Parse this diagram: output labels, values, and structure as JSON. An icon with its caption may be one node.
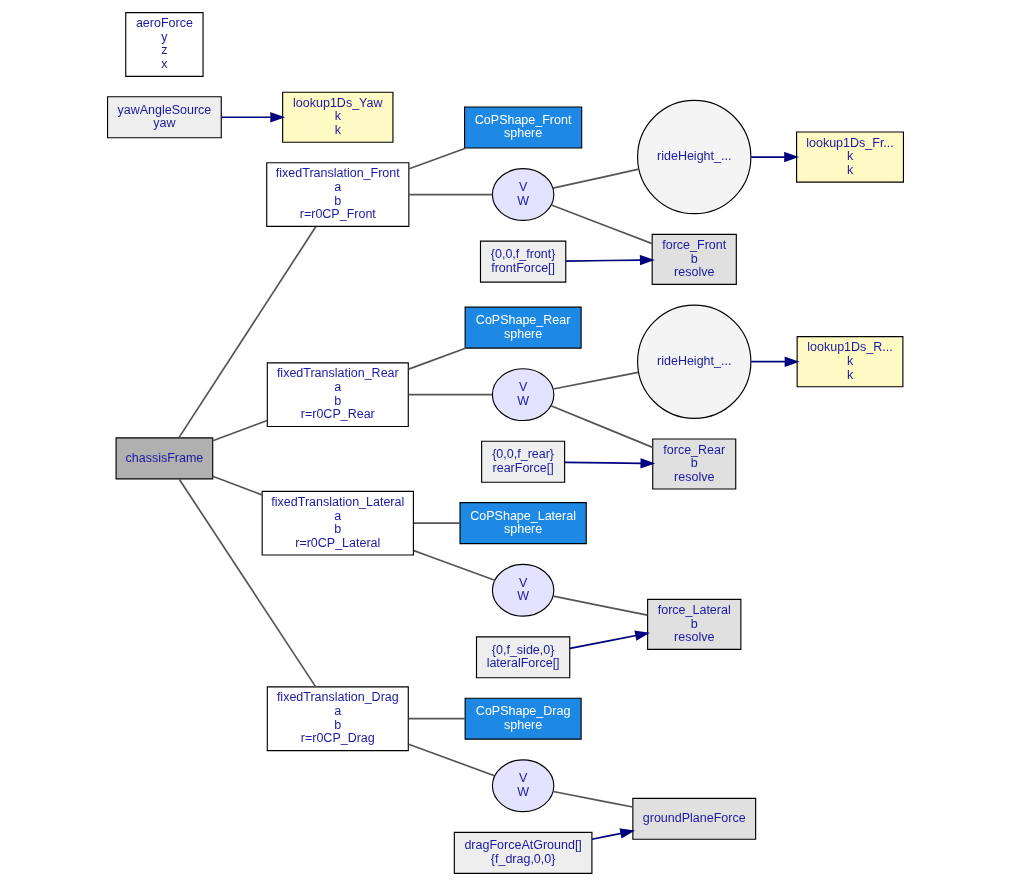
{
  "diagram": {
    "nodes": [
      {
        "text": [
          "chassisFrame"
        ]
      },
      {
        "text": [
          "fixedTranslation_Front",
          "a",
          "b",
          "r=r0CP_Front"
        ]
      },
      {
        "text": [
          "CoPShape_Front",
          "sphere"
        ]
      },
      {
        "text": [
          "V",
          "W"
        ]
      },
      {
        "text": [
          "rideHeight_..."
        ]
      },
      {
        "text": [
          "lookup1Ds_Fr...",
          "k",
          "k"
        ]
      },
      {
        "text": [
          "force_Front",
          "b",
          "resolve"
        ]
      },
      {
        "text": [
          "{0,0,f_front}",
          "frontForce[]"
        ]
      },
      {
        "text": [
          "fixedTranslation_Rear",
          "a",
          "b",
          "r=r0CP_Rear"
        ]
      },
      {
        "text": [
          "CoPShape_Rear",
          "sphere"
        ]
      },
      {
        "text": [
          "V",
          "W"
        ]
      },
      {
        "text": [
          "rideHeight_..."
        ]
      },
      {
        "text": [
          "lookup1Ds_R...",
          "k",
          "k"
        ]
      },
      {
        "text": [
          "force_Rear",
          "b",
          "resolve"
        ]
      },
      {
        "text": [
          "{0,0,f_rear}",
          "rearForce[]"
        ]
      },
      {
        "text": [
          "fixedTranslation_Lateral",
          "a",
          "b",
          "r=r0CP_Lateral"
        ]
      },
      {
        "text": [
          "CoPShape_Lateral",
          "sphere"
        ]
      },
      {
        "text": [
          "V",
          "W"
        ]
      },
      {
        "text": [
          "force_Lateral",
          "b",
          "resolve"
        ]
      },
      {
        "text": [
          "{0,f_side,0}",
          "lateralForce[]"
        ]
      },
      {
        "text": [
          "fixedTranslation_Drag",
          "a",
          "b",
          "r=r0CP_Drag"
        ]
      },
      {
        "text": [
          "CoPShape_Drag",
          "sphere"
        ]
      },
      {
        "text": [
          "V",
          "W"
        ]
      },
      {
        "text": [
          "groundPlaneForce"
        ]
      },
      {
        "text": [
          "dragForceAtGround[]",
          "{f_drag,0,0}"
        ]
      },
      {
        "text": [
          "yawAngleSource",
          "yaw"
        ]
      },
      {
        "text": [
          "lookup1Ds_Yaw",
          "k",
          "k"
        ]
      },
      {
        "text": [
          "aeroForce",
          "y",
          "z",
          "x"
        ]
      }
    ],
    "edges": [
      {
        "from": 0,
        "to": 1,
        "arrow": "none"
      },
      {
        "from": 1,
        "to": 2,
        "arrow": "none"
      },
      {
        "from": 1,
        "to": 3,
        "arrow": "none"
      },
      {
        "from": 3,
        "to": 4,
        "arrow": "none"
      },
      {
        "from": 3,
        "to": 6,
        "arrow": "none"
      },
      {
        "from": 4,
        "to": 5,
        "arrow": "to",
        "color": "#00007f"
      },
      {
        "from": 7,
        "to": 6,
        "arrow": "to",
        "color": "#00007f"
      },
      {
        "from": 0,
        "to": 8,
        "arrow": "none"
      },
      {
        "from": 8,
        "to": 9,
        "arrow": "none"
      },
      {
        "from": 8,
        "to": 10,
        "arrow": "none"
      },
      {
        "from": 10,
        "to": 11,
        "arrow": "none"
      },
      {
        "from": 10,
        "to": 13,
        "arrow": "none"
      },
      {
        "from": 11,
        "to": 12,
        "arrow": "to",
        "color": "#00007f"
      },
      {
        "from": 14,
        "to": 13,
        "arrow": "to",
        "color": "#00007f"
      },
      {
        "from": 0,
        "to": 15,
        "arrow": "none"
      },
      {
        "from": 15,
        "to": 16,
        "arrow": "none"
      },
      {
        "from": 15,
        "to": 17,
        "arrow": "none"
      },
      {
        "from": 17,
        "to": 18,
        "arrow": "none"
      },
      {
        "from": 19,
        "to": 18,
        "arrow": "to",
        "color": "#00007f"
      },
      {
        "from": 0,
        "to": 20,
        "arrow": "none"
      },
      {
        "from": 20,
        "to": 21,
        "arrow": "none"
      },
      {
        "from": 20,
        "to": 22,
        "arrow": "none"
      },
      {
        "from": 22,
        "to": 23,
        "arrow": "none"
      },
      {
        "from": 24,
        "to": 23,
        "arrow": "to",
        "color": "#00007f"
      },
      {
        "from": 25,
        "to": 26,
        "arrow": "to",
        "color": "#00007f"
      }
    ]
  }
}
